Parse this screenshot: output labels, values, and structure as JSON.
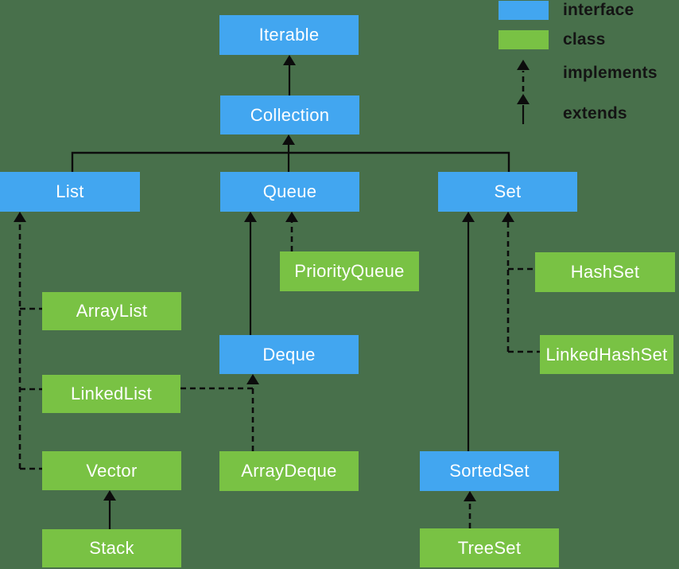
{
  "colors": {
    "background": "#48704b",
    "interface-fill": "#42a6f0",
    "class-fill": "#79c244",
    "arrow": "#0c0c0c",
    "node-text": "#ffffff",
    "legend-text": "#141414"
  },
  "legend": {
    "interface_label": "interface",
    "class_label": "class",
    "implements_label": "implements",
    "extends_label": "extends"
  },
  "nodes": {
    "iterable": {
      "label": "Iterable",
      "type": "interface"
    },
    "collection": {
      "label": "Collection",
      "type": "interface"
    },
    "list": {
      "label": "List",
      "type": "interface"
    },
    "queue": {
      "label": "Queue",
      "type": "interface"
    },
    "set": {
      "label": "Set",
      "type": "interface"
    },
    "deque": {
      "label": "Deque",
      "type": "interface"
    },
    "sortedset": {
      "label": "SortedSet",
      "type": "interface"
    },
    "priorityqueue": {
      "label": "PriorityQueue",
      "type": "class"
    },
    "arraylist": {
      "label": "ArrayList",
      "type": "class"
    },
    "linkedlist": {
      "label": "LinkedList",
      "type": "class"
    },
    "vector": {
      "label": "Vector",
      "type": "class"
    },
    "stack": {
      "label": "Stack",
      "type": "class"
    },
    "arraydeque": {
      "label": "ArrayDeque",
      "type": "class"
    },
    "hashset": {
      "label": "HashSet",
      "type": "class"
    },
    "linkedhashset": {
      "label": "LinkedHashSet",
      "type": "class"
    },
    "treeset": {
      "label": "TreeSet",
      "type": "class"
    }
  },
  "relations": [
    {
      "from": "Collection",
      "to": "Iterable",
      "kind": "extends"
    },
    {
      "from": "List",
      "to": "Collection",
      "kind": "extends"
    },
    {
      "from": "Queue",
      "to": "Collection",
      "kind": "extends"
    },
    {
      "from": "Set",
      "to": "Collection",
      "kind": "extends"
    },
    {
      "from": "Deque",
      "to": "Queue",
      "kind": "extends"
    },
    {
      "from": "SortedSet",
      "to": "Set",
      "kind": "extends"
    },
    {
      "from": "Stack",
      "to": "Vector",
      "kind": "extends"
    },
    {
      "from": "PriorityQueue",
      "to": "Queue",
      "kind": "implements"
    },
    {
      "from": "ArrayList",
      "to": "List",
      "kind": "implements"
    },
    {
      "from": "LinkedList",
      "to": "List",
      "kind": "implements"
    },
    {
      "from": "Vector",
      "to": "List",
      "kind": "implements"
    },
    {
      "from": "ArrayDeque",
      "to": "Deque",
      "kind": "implements"
    },
    {
      "from": "LinkedList",
      "to": "Deque",
      "kind": "implements"
    },
    {
      "from": "HashSet",
      "to": "Set",
      "kind": "implements"
    },
    {
      "from": "LinkedHashSet",
      "to": "Set",
      "kind": "implements"
    },
    {
      "from": "TreeSet",
      "to": "SortedSet",
      "kind": "implements"
    }
  ]
}
